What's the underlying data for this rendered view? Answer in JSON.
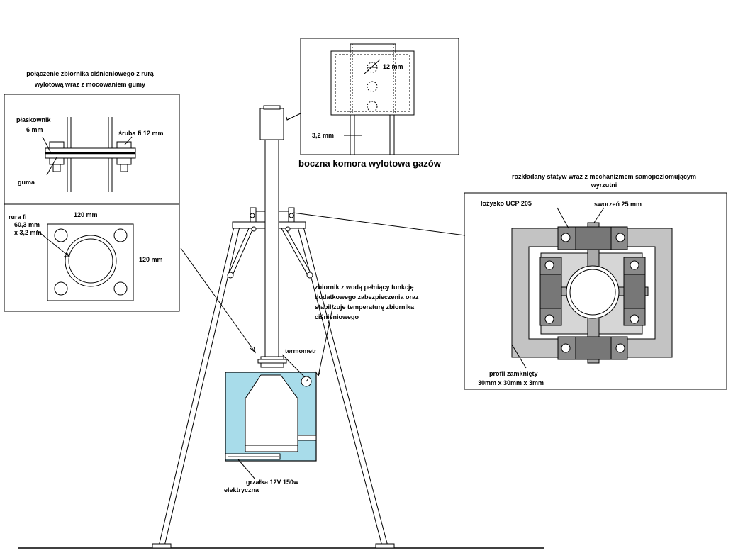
{
  "labels": {
    "top_left_caption_line1": "połączenie zbiornika ciśnieniowego z rurą",
    "top_left_caption_line2": "wylotową wraz z mocowaniem gumy",
    "flat_bar_line1": "płaskownik",
    "flat_bar_line2": "6 mm",
    "bolt": "śruba fi 12 mm",
    "rubber": "guma",
    "plate_width": "120 mm",
    "plate_height": "120 mm",
    "pipe_line1": "rura fi",
    "pipe_line2": "60,3 mm",
    "pipe_line3": "x 3,2 mm",
    "hole_dim": "12 mm",
    "wall_dim": "3,2 mm",
    "side_chamber_title": "boczna komora wylotowa gazów",
    "stand_caption_line1": "rozkładany statyw wraz z mechanizmem samopoziomującym",
    "stand_caption_line2": "wyrzutni",
    "bearing": "łożysko UCP 205",
    "pin": "sworzeń 25 mm",
    "profile_line1": "profil zamknięty",
    "profile_line2": "30mm x 30mm x 3mm",
    "tank_note_line1": "zbiornik z wodą pełniący funkcję",
    "tank_note_line2": "dodatkowego zabezpieczenia oraz",
    "tank_note_line3": "stabilizuje temperaturę zbiornika",
    "tank_note_line4": "ciśnieniowego",
    "thermometer": "termometr",
    "heater_line1": "grzałka  12V 150w",
    "heater_line2": "elektryczna"
  },
  "colors": {
    "water_tank": "#a8dcea",
    "frame_gray": "#c3c3c3",
    "inner_gray": "#d6d6d6",
    "bearing_gray": "#8a8a8a"
  }
}
